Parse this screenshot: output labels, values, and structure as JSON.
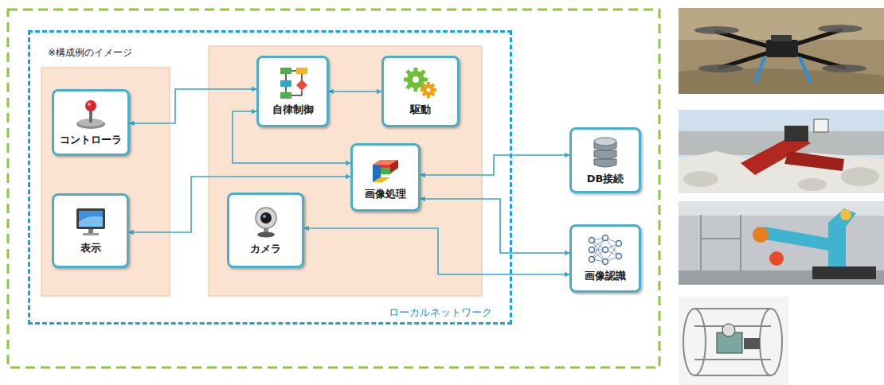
{
  "diagram": {
    "nodes": [
      {
        "text": [
          "ローカルネットワーク"
        ]
      },
      {
        "text": [
          "コントローラ"
        ],
        "in": 0
      },
      {
        "text": [
          "表示"
        ],
        "in": 0
      },
      {
        "text": [
          "自律制御"
        ],
        "in": 0
      },
      {
        "text": [
          "駆動"
        ],
        "in": 0
      },
      {
        "text": [
          "画像処理"
        ],
        "in": 0
      },
      {
        "text": [
          "カメラ"
        ],
        "in": 0
      },
      {
        "text": [
          "DB接続"
        ]
      },
      {
        "text": [
          "画像認識"
        ]
      }
    ],
    "edges": [
      {
        "from": 1,
        "to": 3,
        "arrow": "both"
      },
      {
        "from": 3,
        "to": 4,
        "arrow": "both"
      },
      {
        "from": 3,
        "to": 5,
        "arrow": "both"
      },
      {
        "from": 2,
        "to": 5,
        "arrow": "both"
      },
      {
        "from": 5,
        "to": 7,
        "arrow": "both"
      },
      {
        "from": 5,
        "to": 8,
        "arrow": "both"
      },
      {
        "from": 6,
        "to": 8,
        "arrow": "both"
      }
    ],
    "labels": [
      "※構成例のイメージ"
    ]
  }
}
